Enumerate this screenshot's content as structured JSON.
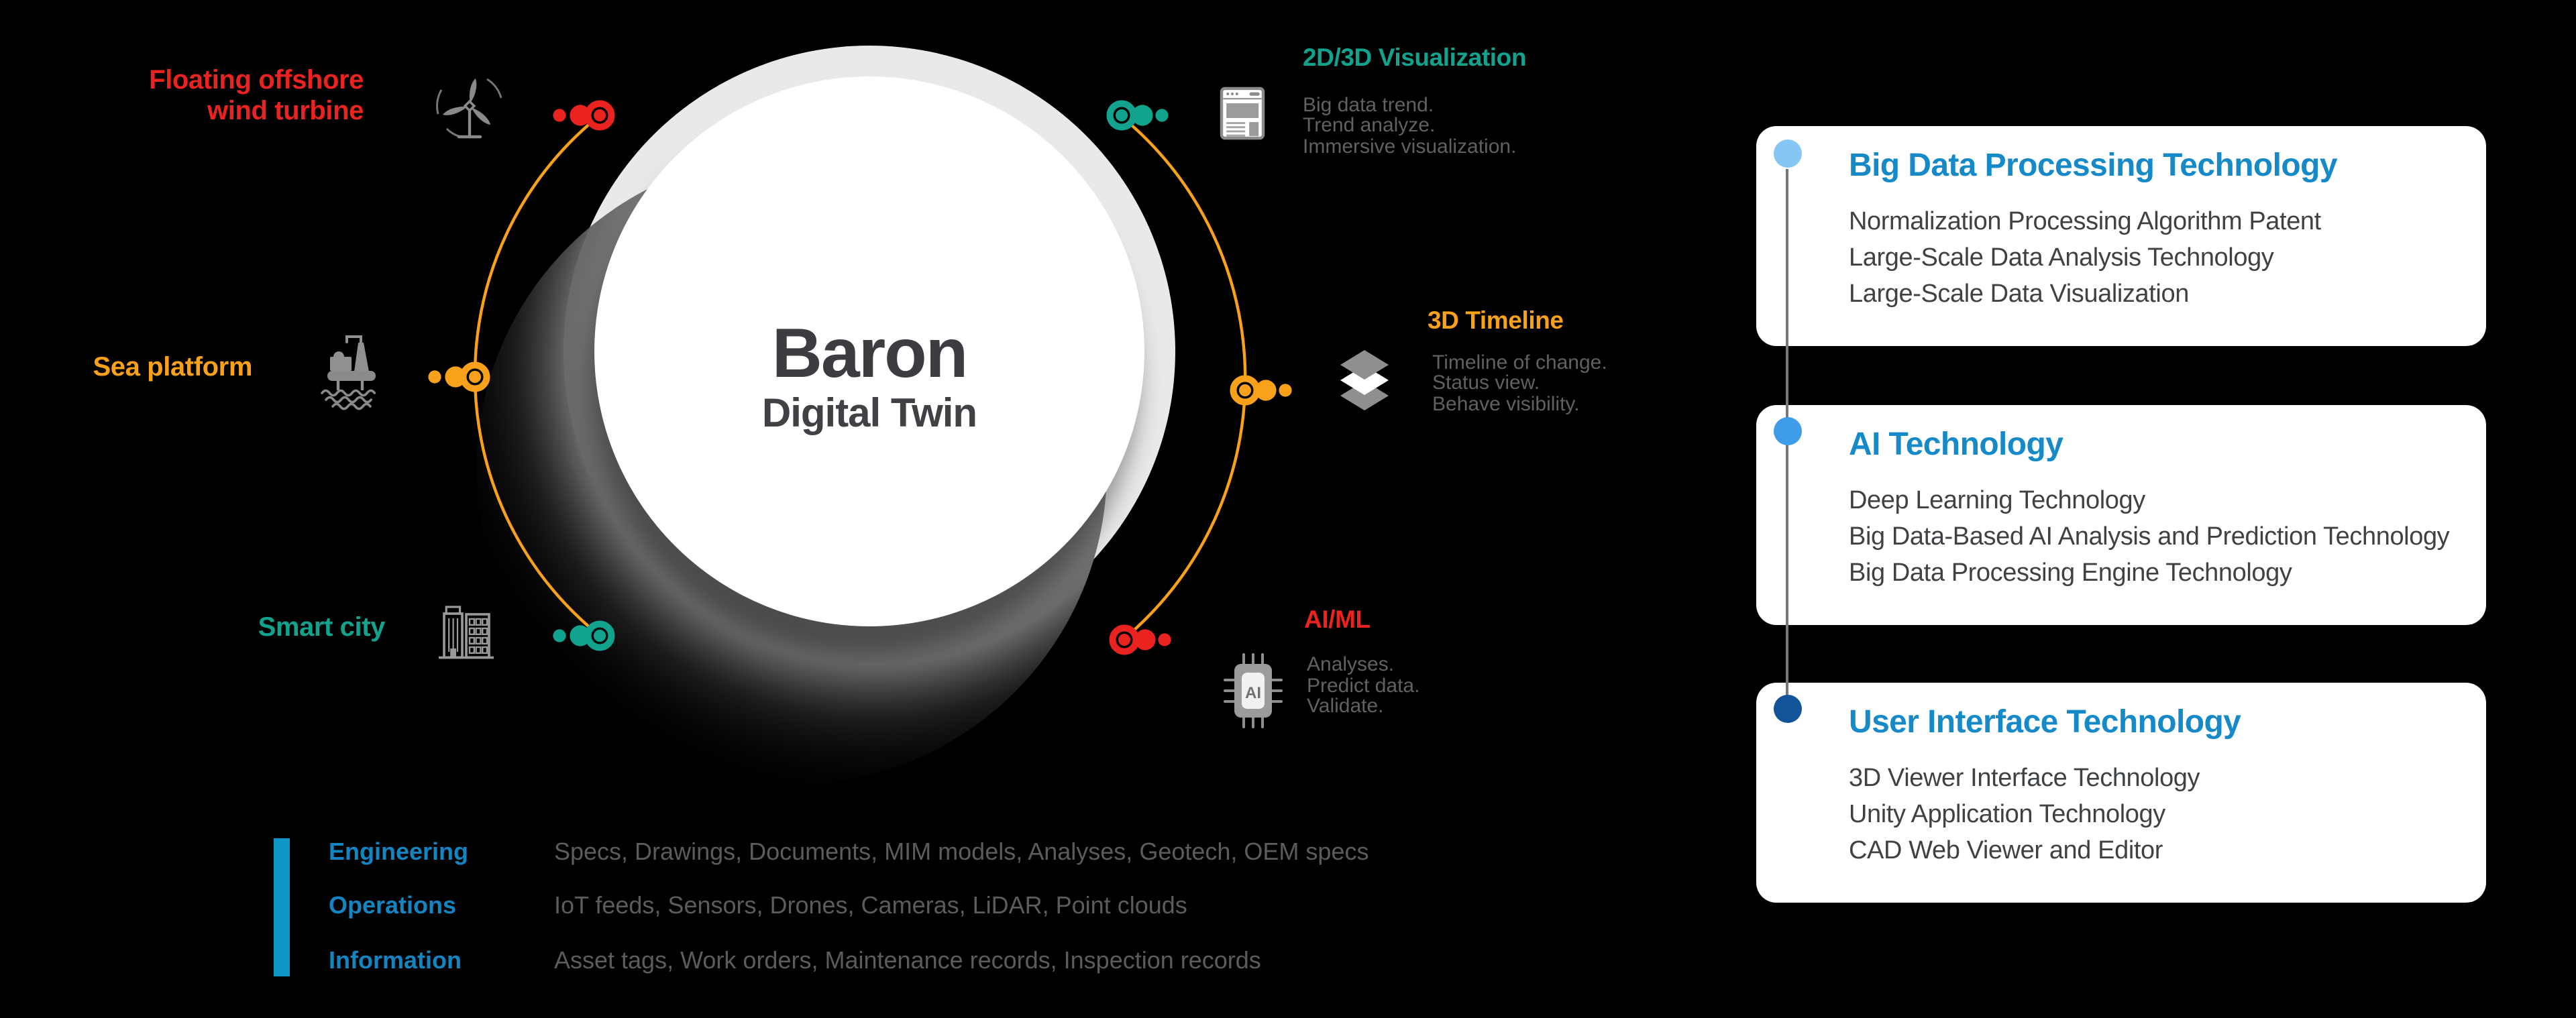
{
  "page": {
    "background": "#000000"
  },
  "center": {
    "title": "Baron",
    "subtitle": "Digital Twin",
    "title_color": "#3b3d40"
  },
  "diagram": {
    "arc_color": "#f9a11b",
    "icon_gray": "#8a8a8a"
  },
  "sources": [
    {
      "label": "Floating offshore\nwind turbine",
      "color": "#ea2220",
      "icon": "wind-turbine-icon"
    },
    {
      "label": "Sea platform",
      "color": "#f9a11b",
      "icon": "sea-platform-icon"
    },
    {
      "label": "Smart city",
      "color": "#12a38f",
      "icon": "city-icon"
    }
  ],
  "features": [
    {
      "title": "2D/3D Visualization",
      "color": "#12a38f",
      "icon": "browser-icon",
      "lines": [
        "Big data trend.",
        "Trend analyze.",
        "Immersive visualization."
      ]
    },
    {
      "title": "3D Timeline",
      "color": "#f9a11b",
      "icon": "layers-icon",
      "lines": [
        "Timeline of change.",
        "Status view.",
        "Behave visibility."
      ]
    },
    {
      "title": "AI/ML",
      "color": "#ea2220",
      "icon": "ai-chip-icon",
      "lines": [
        "Analyses.",
        "Predict data.",
        "Validate."
      ]
    }
  ],
  "tech_cards": [
    {
      "title": "Big Data Processing Technology",
      "dot_color": "#85c6f4",
      "items": [
        "Normalization Processing Algorithm Patent",
        "Large-Scale Data Analysis Technology",
        "Large-Scale Data Visualization"
      ]
    },
    {
      "title": "AI Technology",
      "dot_color": "#3f9ce8",
      "items": [
        "Deep Learning Technology",
        "Big Data-Based AI Analysis and Prediction Technology",
        "Big Data Processing Engine Technology"
      ]
    },
    {
      "title": "User Interface Technology",
      "dot_color": "#11549a",
      "items": [
        "3D Viewer Interface Technology",
        "Unity Application Technology",
        "CAD Web Viewer and Editor"
      ]
    }
  ],
  "card_style": {
    "title_color": "#1689c9"
  },
  "legend": {
    "bar_color": "#0d96c6",
    "label_color": "#1485c3",
    "rows": [
      {
        "label": "Engineering",
        "desc": "Specs, Drawings, Documents, MIM models, Analyses, Geotech, OEM specs"
      },
      {
        "label": "Operations",
        "desc": "IoT feeds, Sensors, Drones, Cameras, LiDAR, Point clouds"
      },
      {
        "label": "Information",
        "desc": "Asset tags, Work orders, Maintenance records, Inspection records"
      }
    ]
  },
  "icons": {
    "ai_chip_label": "AI"
  }
}
